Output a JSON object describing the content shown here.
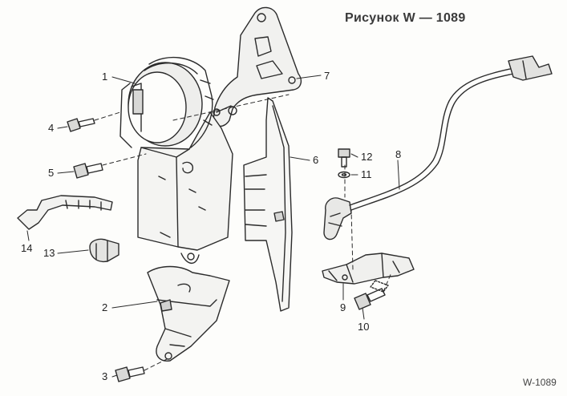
{
  "figure": {
    "title": "Рисунок W — 1089",
    "code": "W-1089"
  },
  "callouts": [
    {
      "id": "1",
      "label": "1"
    },
    {
      "id": "2",
      "label": "2"
    },
    {
      "id": "3",
      "label": "3"
    },
    {
      "id": "4",
      "label": "4"
    },
    {
      "id": "5",
      "label": "5"
    },
    {
      "id": "6",
      "label": "6"
    },
    {
      "id": "7",
      "label": "7"
    },
    {
      "id": "8",
      "label": "8"
    },
    {
      "id": "9",
      "label": "9"
    },
    {
      "id": "10",
      "label": "10"
    },
    {
      "id": "11",
      "label": "11"
    },
    {
      "id": "12",
      "label": "12"
    },
    {
      "id": "13",
      "label": "13"
    },
    {
      "id": "14",
      "label": "14"
    }
  ],
  "colors": {
    "line": "#2b2b2b",
    "shade": "#cfcfcf",
    "paper": "#fdfdfb"
  }
}
